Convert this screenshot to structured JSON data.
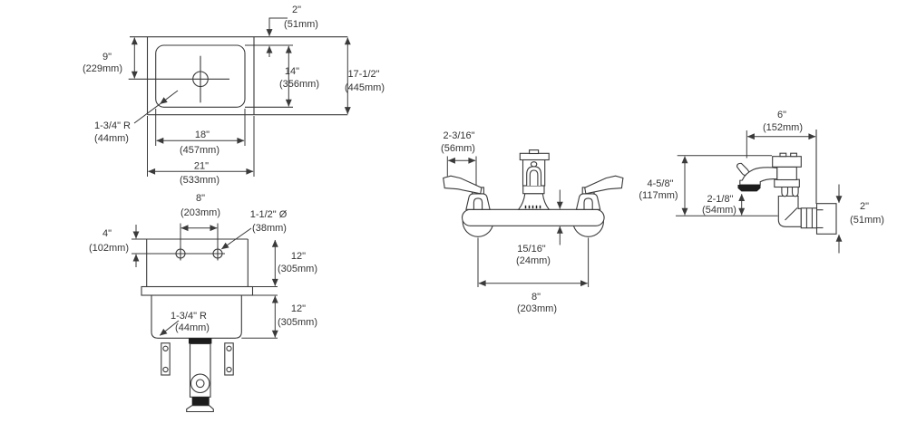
{
  "drawing": {
    "title": "sink-and-faucet-dimension-drawing",
    "line_color": "#3a3a3a",
    "text_color": "#333333",
    "views": {
      "sink_top": {
        "dims": {
          "rim_setback": {
            "in": "2\"",
            "mm": "(51mm)"
          },
          "drain_offset": {
            "in": "9\"",
            "mm": "(229mm)"
          },
          "bowl_front_back": {
            "in": "14\"",
            "mm": "(356mm)"
          },
          "overall_depth": {
            "in": "17-1/2\"",
            "mm": "(445mm)"
          },
          "corner_radius": {
            "in": "1-3/4\" R",
            "mm": "(44mm)"
          },
          "bowl_width": {
            "in": "18\"",
            "mm": "(457mm)"
          },
          "overall_width": {
            "in": "21\"",
            "mm": "(533mm)"
          }
        }
      },
      "sink_front": {
        "dims": {
          "hole_spacing": {
            "in": "8\"",
            "mm": "(203mm)"
          },
          "hole_diameter": {
            "in": "1-1/2\" Ø",
            "mm": "(38mm)"
          },
          "hole_drop": {
            "in": "4\"",
            "mm": "(102mm)"
          },
          "upper_depth": {
            "in": "12\"",
            "mm": "(305mm)"
          },
          "lower_depth": {
            "in": "12\"",
            "mm": "(305mm)"
          },
          "corner_radius": {
            "in": "1-3/4\" R",
            "mm": "(44mm)"
          }
        }
      },
      "faucet_front": {
        "dims": {
          "handle_length": {
            "in": "2-3/16\"",
            "mm": "(56mm)"
          },
          "body_height": {
            "in": "15/16\"",
            "mm": "(24mm)"
          },
          "center_spacing": {
            "in": "8\"",
            "mm": "(203mm)"
          }
        }
      },
      "faucet_side": {
        "dims": {
          "spout_reach": {
            "in": "6\"",
            "mm": "(152mm)"
          },
          "overall_height": {
            "in": "4-5/8\"",
            "mm": "(117mm)"
          },
          "spout_clearance": {
            "in": "2-1/8\"",
            "mm": "(54mm)"
          },
          "wall_plate_height": {
            "in": "2\"",
            "mm": "(51mm)"
          }
        }
      }
    }
  }
}
